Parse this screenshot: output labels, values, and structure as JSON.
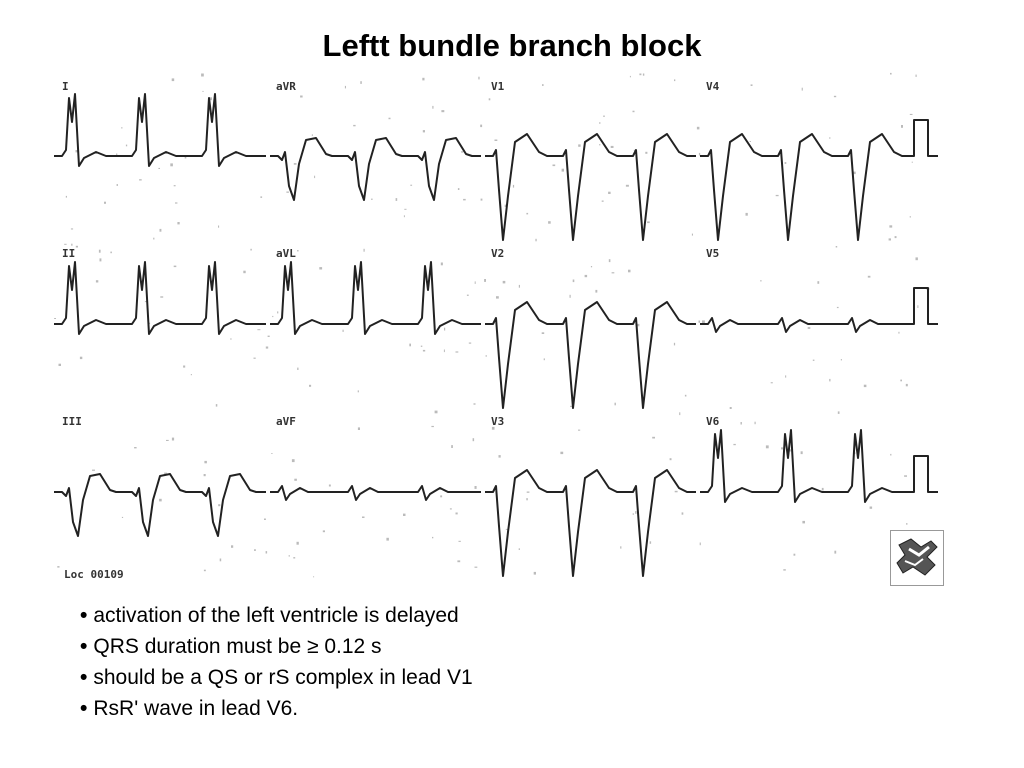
{
  "slide": {
    "title": "Leftt bundle branch block"
  },
  "ecg": {
    "leads": [
      {
        "id": "I",
        "label": "I"
      },
      {
        "id": "aVR",
        "label": "aVR"
      },
      {
        "id": "V1",
        "label": "V1"
      },
      {
        "id": "V4",
        "label": "V4"
      },
      {
        "id": "II",
        "label": "II"
      },
      {
        "id": "aVL",
        "label": "aVL"
      },
      {
        "id": "V2",
        "label": "V2"
      },
      {
        "id": "V5",
        "label": "V5"
      },
      {
        "id": "III",
        "label": "III"
      },
      {
        "id": "aVF",
        "label": "aVF"
      },
      {
        "id": "V3",
        "label": "V3"
      },
      {
        "id": "V6",
        "label": "V6"
      }
    ],
    "location_text": "Loc 00109",
    "logo_icon": "ecg-logo-icon",
    "trace_color": "#222222"
  },
  "bullets": [
    "activation of the left ventricle is delayed",
    "QRS duration must be ≥ 0.12 s",
    "should be a QS or rS complex in lead V1",
    "RsR' wave in lead V6."
  ]
}
